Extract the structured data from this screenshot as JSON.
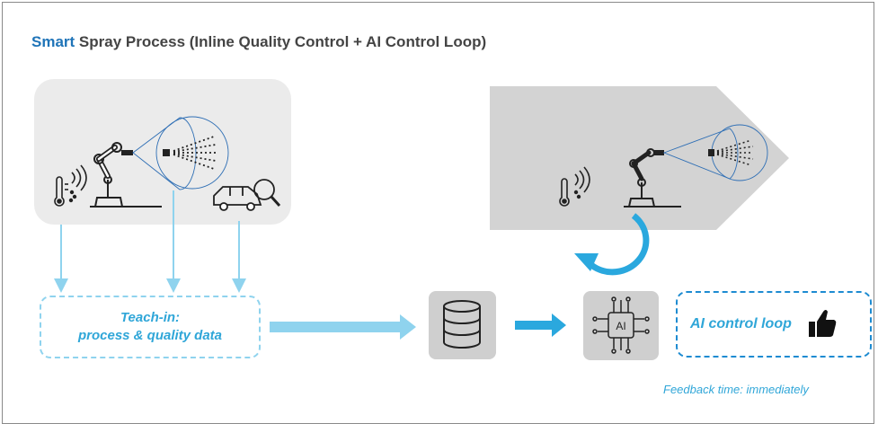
{
  "title": {
    "accent": "Smart",
    "rest": " Spray Process (Inline Quality Control + AI Control Loop)"
  },
  "teach_in": {
    "line1": "Teach-in:",
    "line2": "process & quality data"
  },
  "ai_loop": {
    "label": "AI control loop",
    "chip_text": "AI"
  },
  "feedback": "Feedback time: immediately",
  "icons": [
    "thermometer-icon",
    "robot-arm-sprayer-icon",
    "car-inspection-icon",
    "database-icon",
    "ai-chip-icon",
    "cycle-arrow-icon",
    "thumbs-up-icon"
  ],
  "colors": {
    "accent_blue": "#1f74b8",
    "light_blue": "#8fd3ee",
    "arrow_blue": "#2aa8de",
    "panel_gray": "#ebebeb",
    "chevron_gray": "#d3d3d3"
  }
}
